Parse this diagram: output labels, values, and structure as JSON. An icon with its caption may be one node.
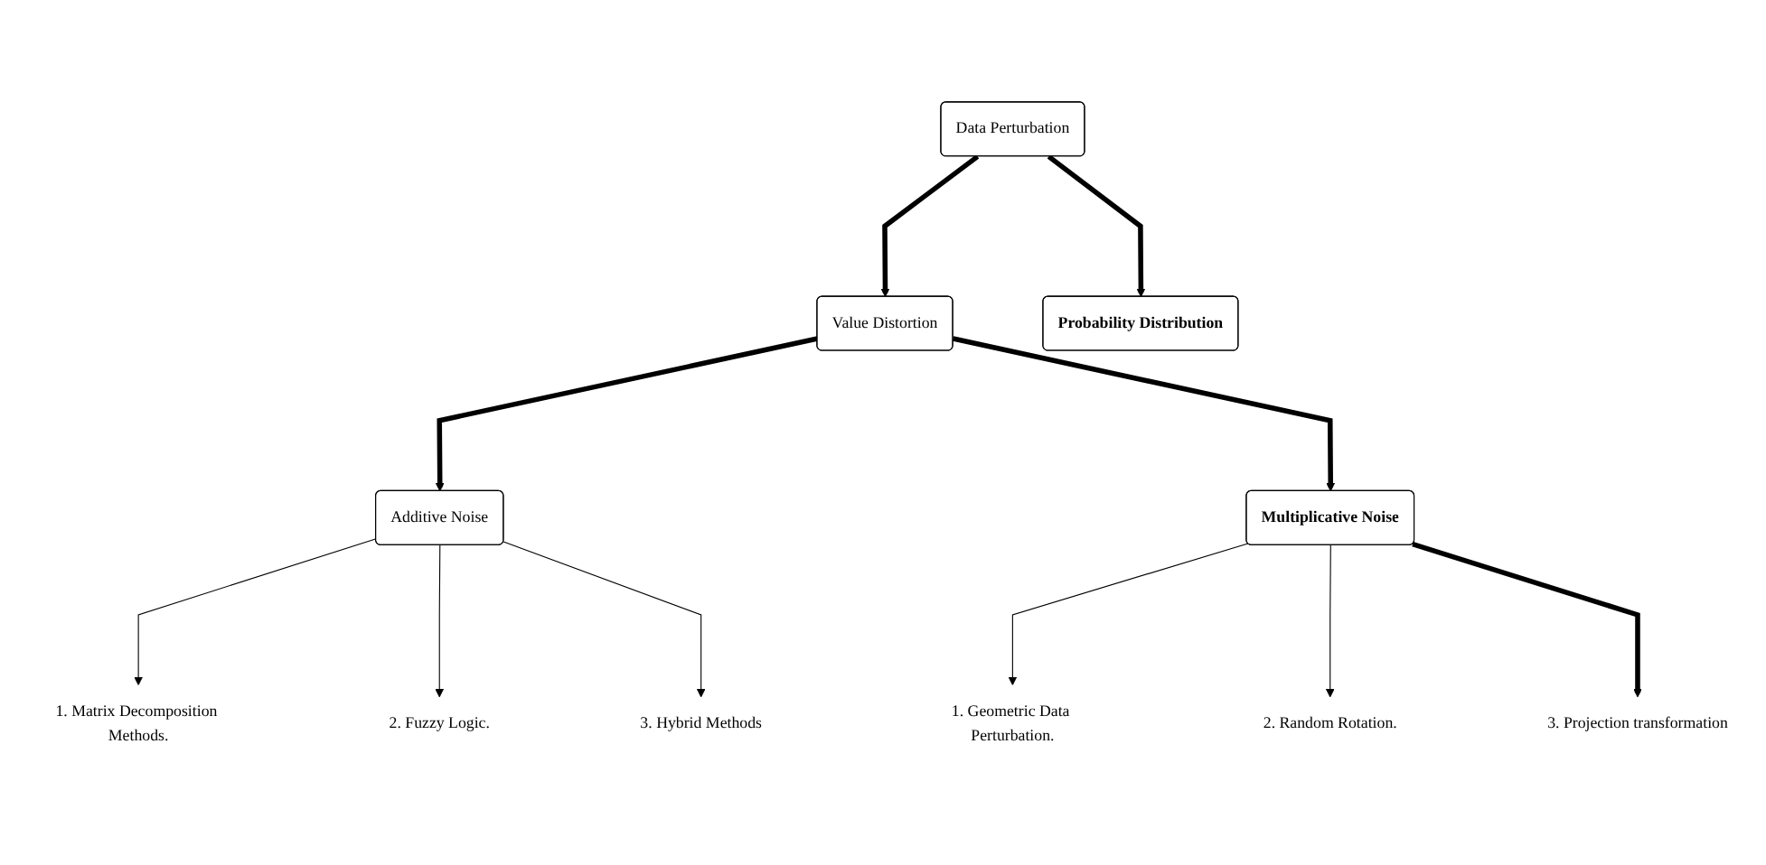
{
  "diagram": {
    "nodes": [
      {
        "text": [
          "Data Perturbation"
        ]
      },
      {
        "text": [
          "Value Distortion"
        ]
      },
      {
        "text": [
          "Probability Distribution"
        ]
      },
      {
        "text": [
          "Additive Noise"
        ]
      },
      {
        "text": [
          "Multiplicative Noise"
        ]
      },
      {
        "text": [
          "1. Matrix Decomposition Methods."
        ]
      },
      {
        "text": [
          "2. Fuzzy Logic."
        ]
      },
      {
        "text": [
          "3. Hybrid Methods"
        ]
      },
      {
        "text": [
          "1. Geometric Data Perturbation."
        ]
      },
      {
        "text": [
          "2. Random Rotation."
        ]
      },
      {
        "text": [
          "3. Projection transformation"
        ]
      }
    ],
    "edges": [
      {
        "from": 0,
        "to": 1,
        "arrow": "to",
        "style": "thick"
      },
      {
        "from": 0,
        "to": 2,
        "arrow": "to",
        "style": "thick"
      },
      {
        "from": 1,
        "to": 3,
        "arrow": "to",
        "style": "thick"
      },
      {
        "from": 1,
        "to": 4,
        "arrow": "to",
        "style": "thick"
      },
      {
        "from": 3,
        "to": 5,
        "arrow": "to"
      },
      {
        "from": 3,
        "to": 6,
        "arrow": "to"
      },
      {
        "from": 3,
        "to": 7,
        "arrow": "to"
      },
      {
        "from": 4,
        "to": 8,
        "arrow": "to"
      },
      {
        "from": 4,
        "to": 9,
        "arrow": "to"
      },
      {
        "from": 4,
        "to": 10,
        "arrow": "to",
        "style": "thick"
      }
    ]
  }
}
